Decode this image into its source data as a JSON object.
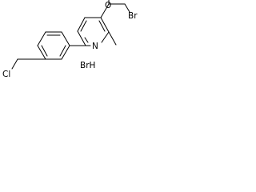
{
  "molecule": {
    "atoms": {
      "oxygen": "O",
      "bromine": "Br",
      "nitrogen": "N",
      "chlorine": "Cl"
    },
    "salt_label": "BrH"
  },
  "colors": {
    "background": "#ffffff",
    "ink": "#000000"
  }
}
